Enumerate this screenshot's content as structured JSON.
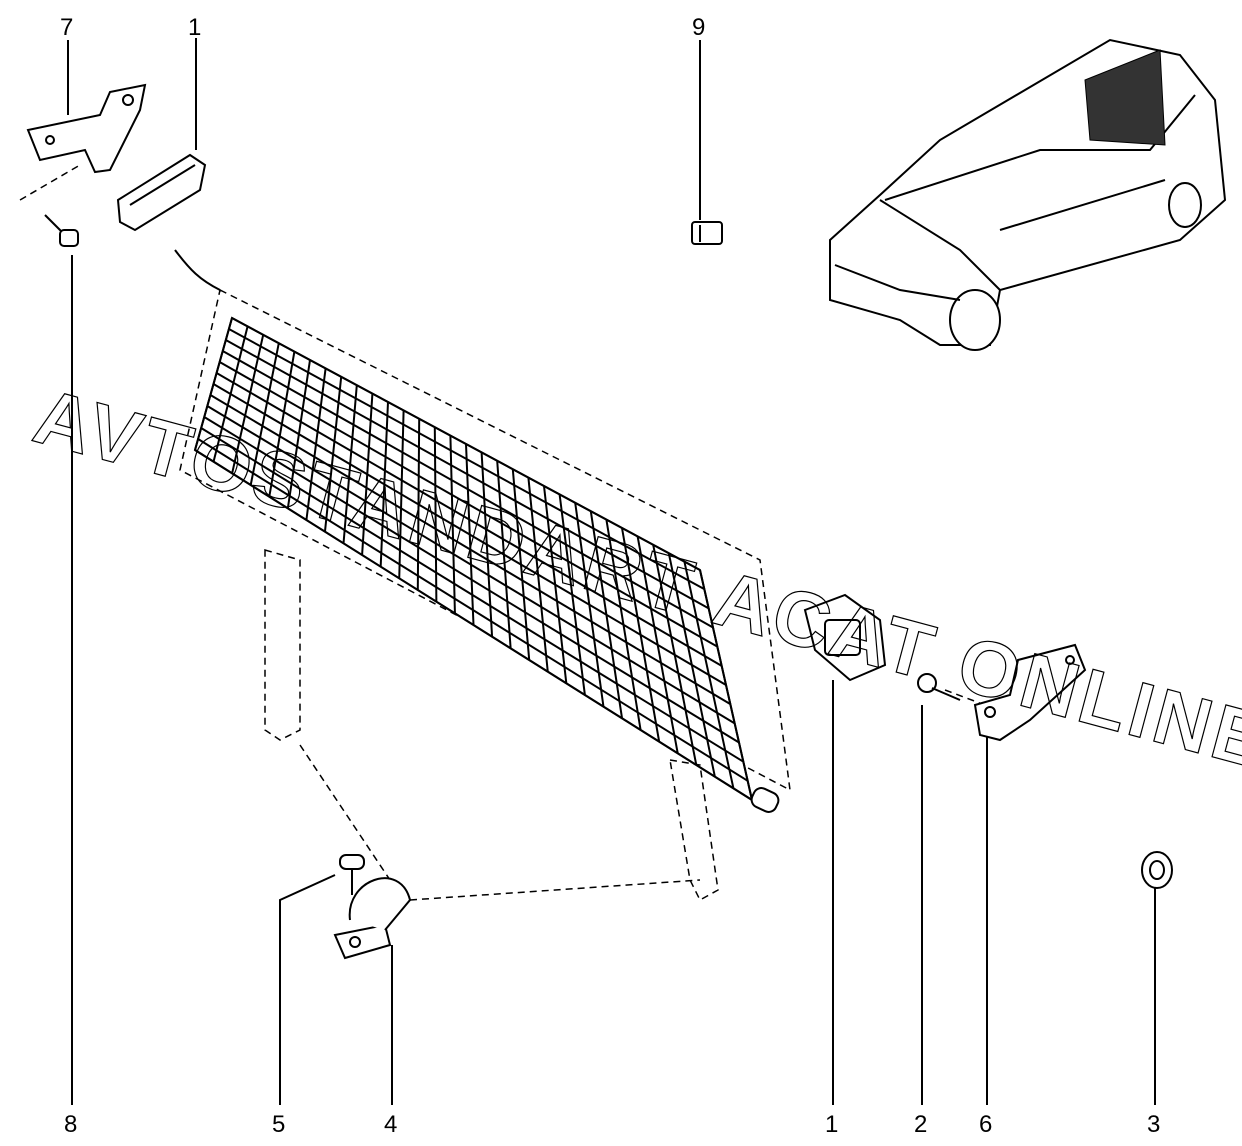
{
  "diagram": {
    "callouts": [
      {
        "id": "label-7-top",
        "text": "7"
      },
      {
        "id": "label-1-top",
        "text": "1"
      },
      {
        "id": "label-9-top",
        "text": "9"
      },
      {
        "id": "label-8-bottom",
        "text": "8"
      },
      {
        "id": "label-5-bottom",
        "text": "5"
      },
      {
        "id": "label-4-bottom",
        "text": "4"
      },
      {
        "id": "label-1-bottom",
        "text": "1"
      },
      {
        "id": "label-2-bottom",
        "text": "2"
      },
      {
        "id": "label-6-bottom",
        "text": "6"
      },
      {
        "id": "label-3-bottom",
        "text": "3"
      }
    ],
    "watermark": "AVTOSTANDART ACAT ONLINE"
  }
}
